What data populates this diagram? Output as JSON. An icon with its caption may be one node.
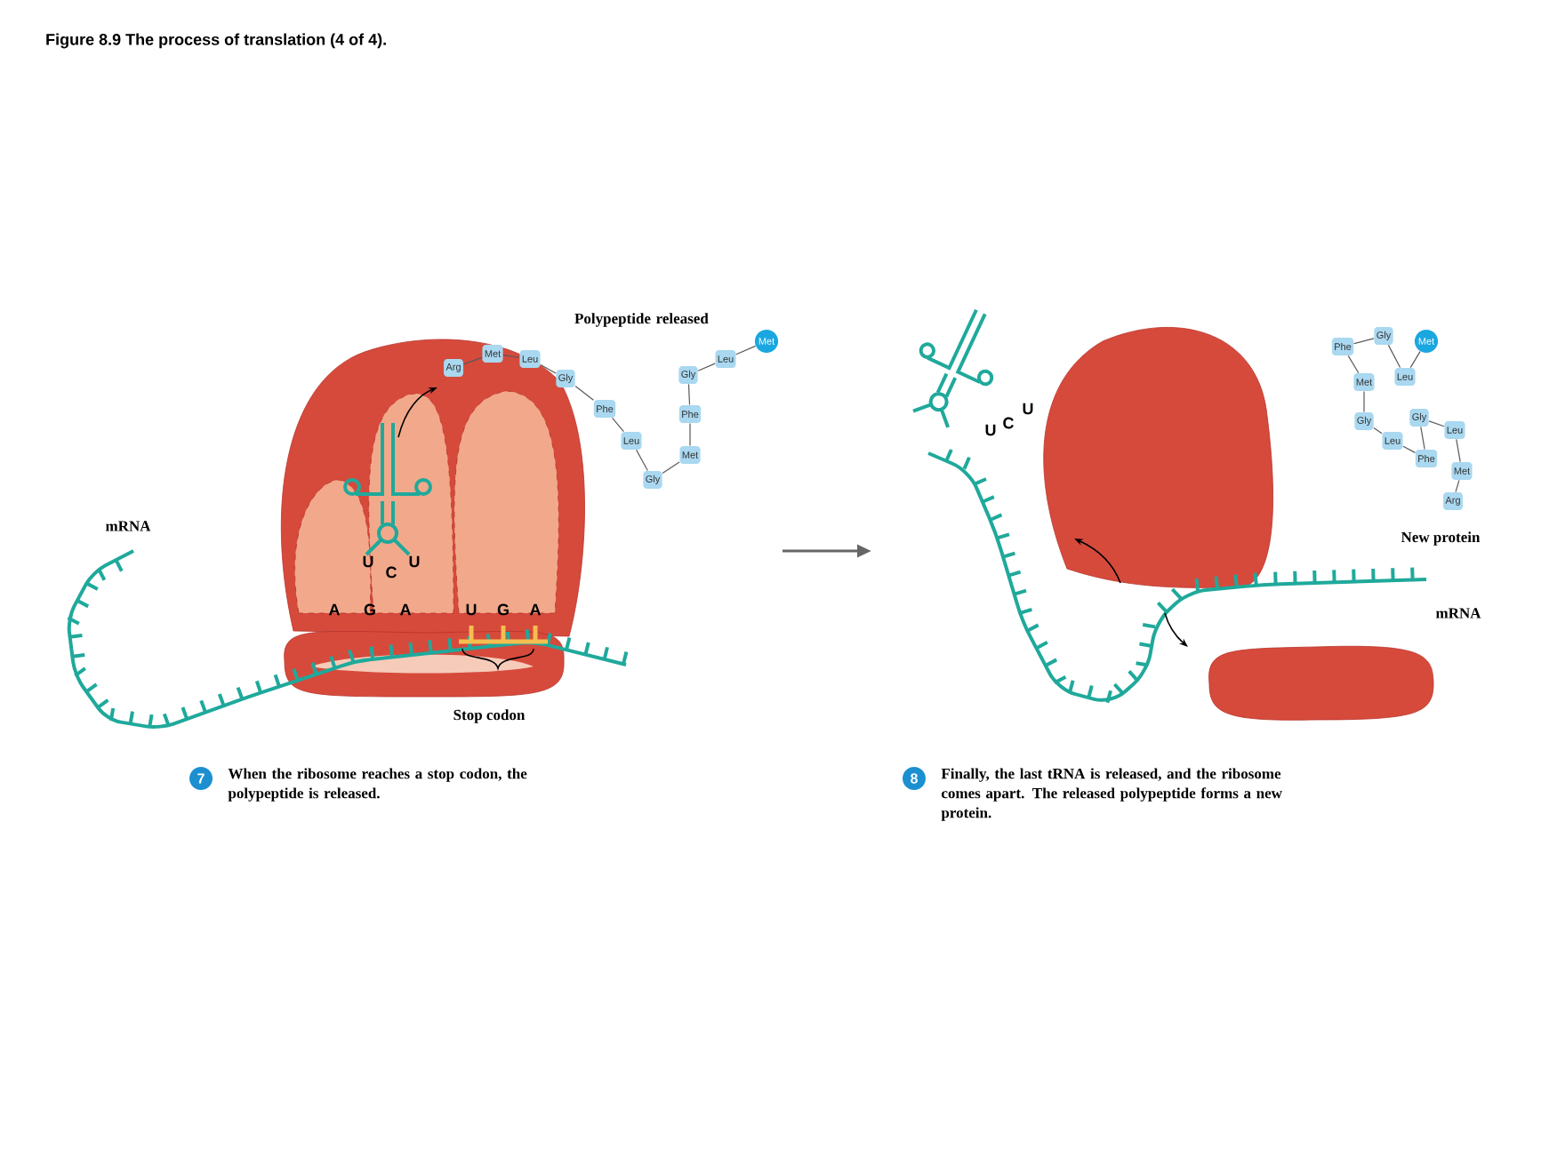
{
  "diagram": {
    "title": "Figure 8.9  The process of translation (4 of 4).",
    "nodes": [
      {
        "text": [
          "Arg"
        ]
      },
      {
        "text": [
          "Met"
        ]
      },
      {
        "text": [
          "Leu"
        ]
      },
      {
        "text": [
          "Gly"
        ]
      },
      {
        "text": [
          "Phe"
        ]
      },
      {
        "text": [
          "Leu"
        ]
      },
      {
        "text": [
          "Gly"
        ]
      },
      {
        "text": [
          "Met"
        ]
      },
      {
        "text": [
          "Phe"
        ]
      },
      {
        "text": [
          "Gly"
        ]
      },
      {
        "text": [
          "Leu"
        ]
      },
      {
        "text": [
          "Met"
        ]
      },
      {
        "text": [
          "Met"
        ]
      },
      {
        "text": [
          "Leu"
        ]
      },
      {
        "text": [
          "Gly"
        ]
      },
      {
        "text": [
          "Phe"
        ]
      },
      {
        "text": [
          "Met"
        ]
      },
      {
        "text": [
          "Gly"
        ]
      },
      {
        "text": [
          "Leu"
        ]
      },
      {
        "text": [
          "Phe"
        ]
      },
      {
        "text": [
          "Gly"
        ]
      },
      {
        "text": [
          "Leu"
        ]
      },
      {
        "text": [
          "Met"
        ]
      },
      {
        "text": [
          "Arg"
        ]
      },
      {
        "text": [
          "7"
        ],
        "beside": [
          "When the ribosome reaches a stop codon, the polypeptide is released."
        ]
      },
      {
        "text": [
          "8"
        ],
        "beside": [
          "Finally, the last tRNA is released, and the ribosome comes apart. The released polypeptide forms a new protein."
        ]
      }
    ],
    "edges": [
      {
        "from": 0,
        "to": 1,
        "arrow": "none"
      },
      {
        "from": 1,
        "to": 2,
        "arrow": "none"
      },
      {
        "from": 2,
        "to": 3,
        "arrow": "none"
      },
      {
        "from": 3,
        "to": 4,
        "arrow": "none"
      },
      {
        "from": 4,
        "to": 5,
        "arrow": "none"
      },
      {
        "from": 5,
        "to": 6,
        "arrow": "none"
      },
      {
        "from": 6,
        "to": 7,
        "arrow": "none"
      },
      {
        "from": 7,
        "to": 8,
        "arrow": "none"
      },
      {
        "from": 8,
        "to": 9,
        "arrow": "none"
      },
      {
        "from": 9,
        "to": 10,
        "arrow": "none"
      },
      {
        "from": 10,
        "to": 11,
        "arrow": "none"
      },
      {
        "from": 12,
        "to": 13,
        "arrow": "none"
      },
      {
        "from": 13,
        "to": 14,
        "arrow": "none"
      },
      {
        "from": 14,
        "to": 15,
        "arrow": "none"
      },
      {
        "from": 15,
        "to": 16,
        "arrow": "none"
      },
      {
        "from": 16,
        "to": 17,
        "arrow": "none"
      },
      {
        "from": 17,
        "to": 18,
        "arrow": "none"
      },
      {
        "from": 18,
        "to": 19,
        "arrow": "none"
      },
      {
        "from": 19,
        "to": 20,
        "arrow": "none"
      },
      {
        "from": 20,
        "to": 21,
        "arrow": "none"
      },
      {
        "from": 21,
        "to": 22,
        "arrow": "none"
      },
      {
        "from": 22,
        "to": 23,
        "arrow": "none"
      }
    ],
    "labels": [
      "Polypeptide released",
      "mRNA",
      "U",
      "C",
      "U",
      "A",
      "G",
      "A",
      "U",
      "G",
      "A",
      "Stop codon",
      "U",
      "C",
      "U",
      "New protein",
      "mRNA"
    ]
  }
}
